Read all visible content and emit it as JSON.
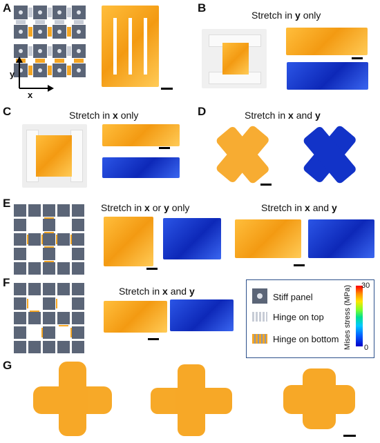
{
  "panels": {
    "A": {
      "label": "A",
      "axis_y": "y",
      "axis_x": "x"
    },
    "B": {
      "label": "B",
      "title_pre": "Stretch in ",
      "title_axis": "y",
      "title_post": " only"
    },
    "C": {
      "label": "C",
      "title_pre": "Stretch in ",
      "title_axis": "x",
      "title_post": " only"
    },
    "D": {
      "label": "D",
      "title_pre": "Stretch in ",
      "title_axis1": "x",
      "title_mid": " and ",
      "title_axis2": "y"
    },
    "E": {
      "label": "E",
      "title1_pre": "Stretch in ",
      "title1_axis1": "x",
      "title1_mid": " or ",
      "title1_axis2": "y",
      "title1_post": " only",
      "title2_pre": "Stretch in ",
      "title2_axis1": "x",
      "title2_mid": " and ",
      "title2_axis2": "y"
    },
    "F": {
      "label": "F",
      "title_pre": "Stretch in ",
      "title_axis1": "x",
      "title_mid": " and ",
      "title_axis2": "y"
    },
    "G": {
      "label": "G"
    }
  },
  "legend": {
    "stiff_panel": "Stiff panel",
    "hinge_top": "Hinge on top",
    "hinge_bottom": "Hinge on bottom",
    "colorbar_label": "Mises stress (MPa)",
    "colorbar_max": "30",
    "colorbar_min": "0"
  },
  "colors": {
    "panel_gray": "#5b6577",
    "hinge_orange": "#f5a623",
    "sim_blue": "#1233c8",
    "photo_orange": "#f7a41c",
    "legend_border": "#2b4f8a"
  }
}
